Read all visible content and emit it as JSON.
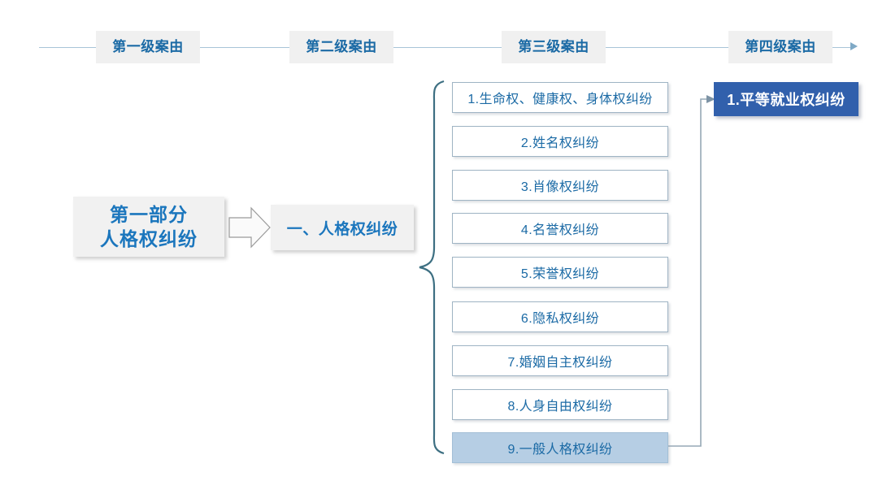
{
  "header": {
    "levels": [
      {
        "label": "第一级案由",
        "name": "level-1-header"
      },
      {
        "label": "第二级案由",
        "name": "level-2-header"
      },
      {
        "label": "第三级案由",
        "name": "level-3-header"
      },
      {
        "label": "第四级案由",
        "name": "level-4-header"
      }
    ],
    "arrow_icon": "arrow-right-icon"
  },
  "level1": {
    "line1": "第一部分",
    "line2": "人格权纠纷"
  },
  "connector": {
    "block_arrow_icon": "block-arrow-right-icon",
    "brace_icon": "curly-brace-icon",
    "elbow_icon": "elbow-connector-arrow-icon"
  },
  "level2": {
    "label": "一、人格权纠纷"
  },
  "level3": {
    "items": [
      {
        "label": "1.生命权、健康权、身体权纠纷",
        "selected": false
      },
      {
        "label": "2.姓名权纠纷",
        "selected": false
      },
      {
        "label": "3.肖像权纠纷",
        "selected": false
      },
      {
        "label": "4.名誉权纠纷",
        "selected": false
      },
      {
        "label": "5.荣誉权纠纷",
        "selected": false
      },
      {
        "label": "6.隐私权纠纷",
        "selected": false
      },
      {
        "label": "7.婚姻自主权纠纷",
        "selected": false
      },
      {
        "label": "8.人身自由权纠纷",
        "selected": false
      },
      {
        "label": "9.一般人格权纠纷",
        "selected": true
      }
    ]
  },
  "level4": {
    "items": [
      {
        "label": "1.平等就业权纠纷"
      }
    ]
  },
  "colors": {
    "heading_blue": "#1b6aa5",
    "box_blue": "#1b76bd",
    "accent_dark_blue": "#3160ac",
    "selected_fill": "#b6cee4",
    "line_blue": "#a8c4d8",
    "panel_gray": "#f1f1f1"
  }
}
